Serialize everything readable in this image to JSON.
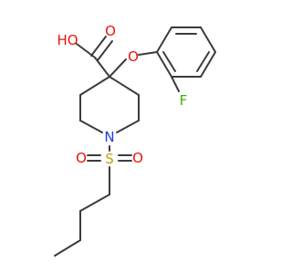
{
  "colors": {
    "bond": "#3c3c3c",
    "oxygen": "#e8140c",
    "nitrogen": "#1a3cf0",
    "sulfur": "#c8a000",
    "fluorine": "#3cb400",
    "hydroxyl": "#e8140c"
  },
  "atoms": {
    "hydroxyl_label": "HO",
    "carbonyl_o_label": "O",
    "ether_o_label": "O",
    "fluorine_label": "F",
    "nitrogen_label": "N",
    "sulfur_label": "S",
    "sulfonyl_o_left_label": "O",
    "sulfonyl_o_right_label": "O"
  }
}
